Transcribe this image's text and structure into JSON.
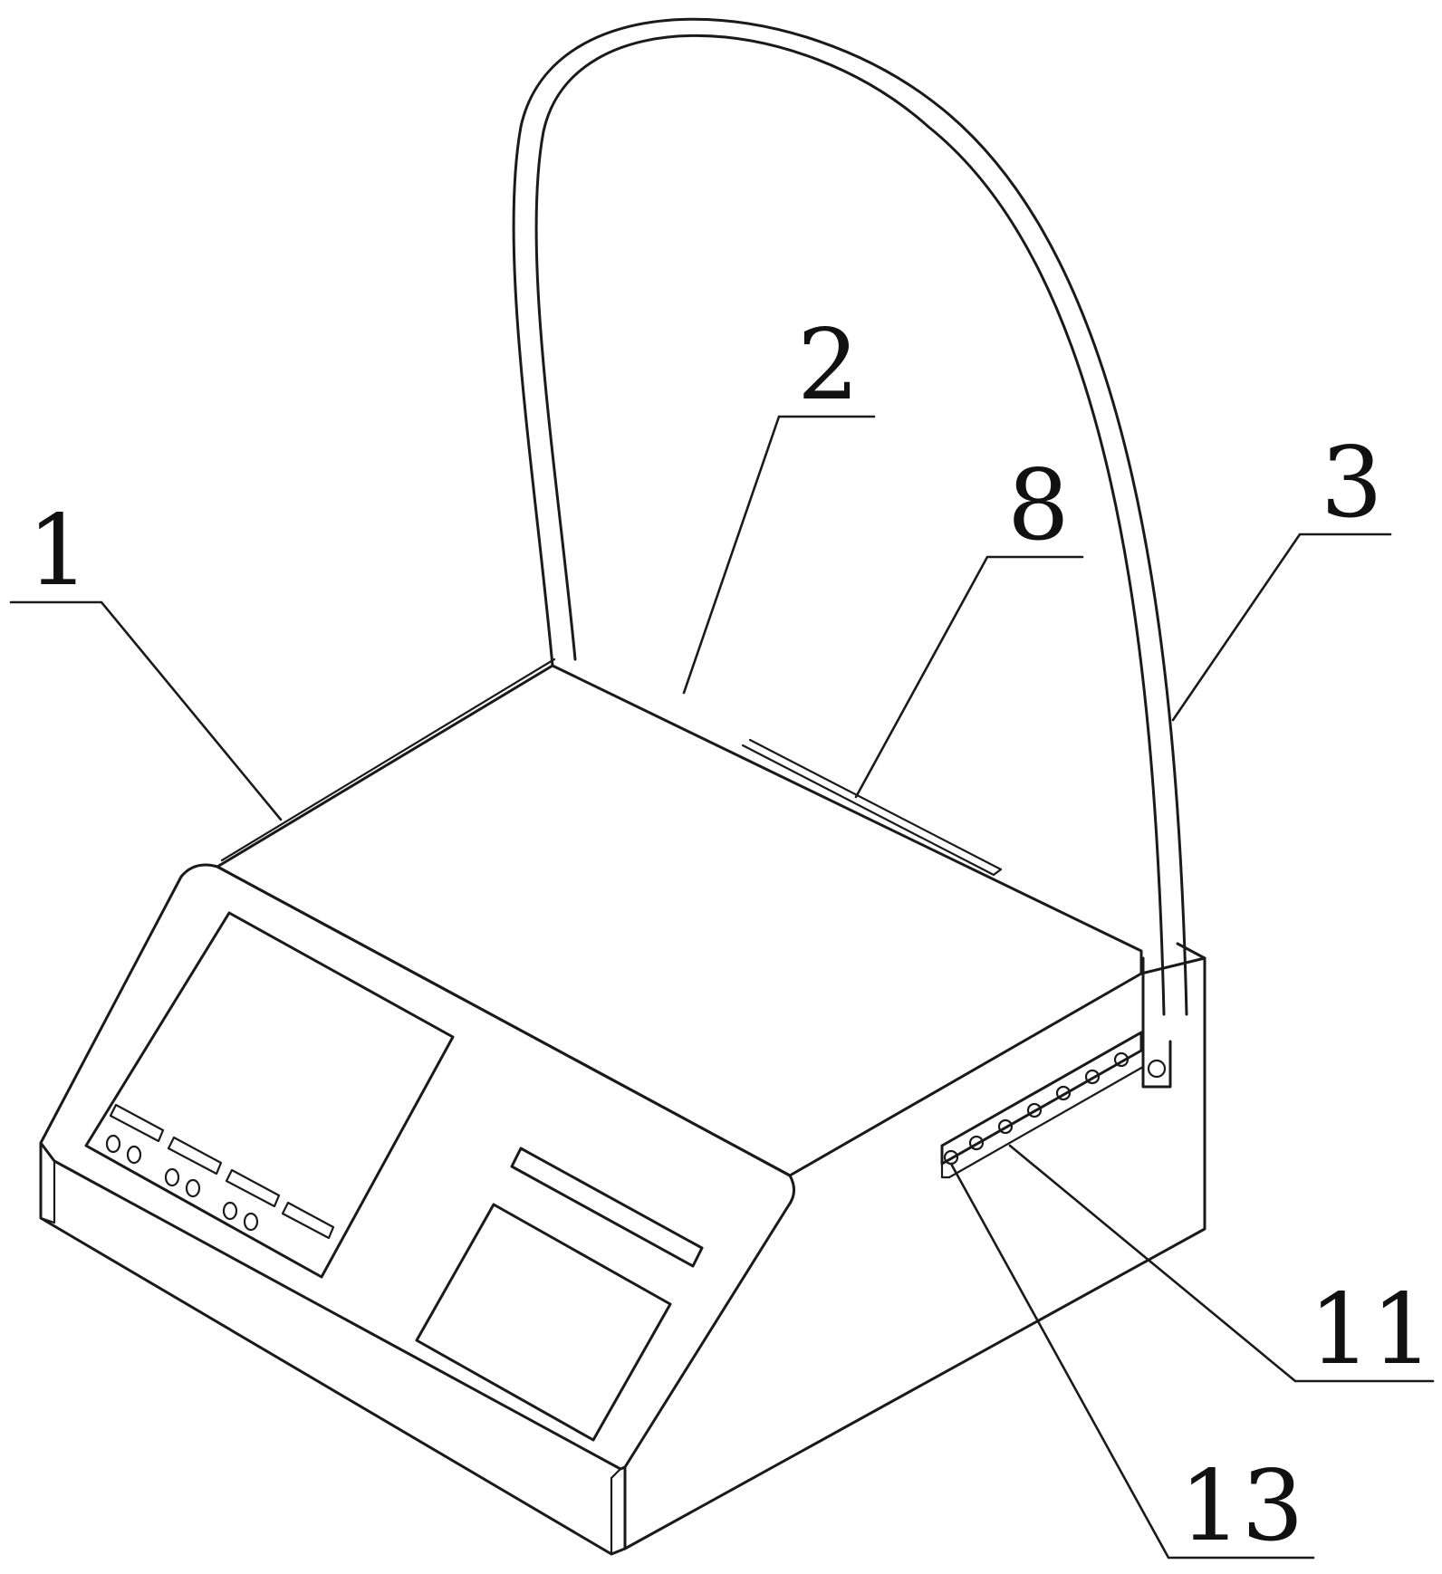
{
  "figure": {
    "labels": [
      {
        "id": "part-1",
        "text": "1"
      },
      {
        "id": "part-2",
        "text": "2"
      },
      {
        "id": "part-3",
        "text": "3"
      },
      {
        "id": "part-8",
        "text": "8"
      },
      {
        "id": "part-11",
        "text": "11"
      },
      {
        "id": "part-13",
        "text": "13"
      }
    ]
  }
}
